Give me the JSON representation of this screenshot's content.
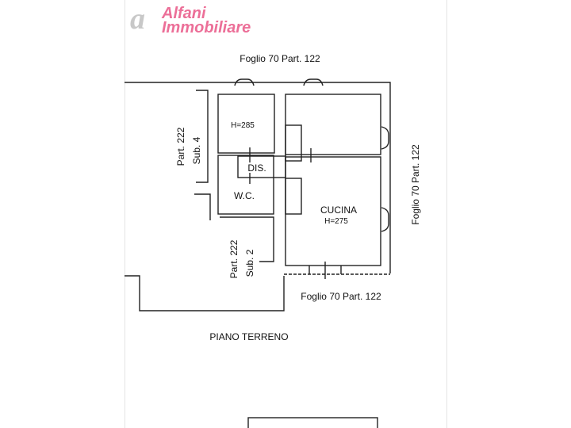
{
  "logo": {
    "mark": "a",
    "line1": "Alfani",
    "line2": "Immobiliare"
  },
  "plan": {
    "top_label": "Foglio 70 Part. 122",
    "right_label": "Foglio 70 Part. 122",
    "bottom_label": "Foglio 70 Part. 122",
    "left_part_upper": "Part. 222",
    "left_sub_upper": "Sub. 4",
    "left_part_lower": "Part. 222",
    "left_sub_lower": "Sub. 2",
    "room_height_1": "H=285",
    "dis": "DIS.",
    "wc": "W.C.",
    "cucina": "CUCINA",
    "room_height_2": "H=275",
    "floor_title": "PIANO TERRENO"
  }
}
